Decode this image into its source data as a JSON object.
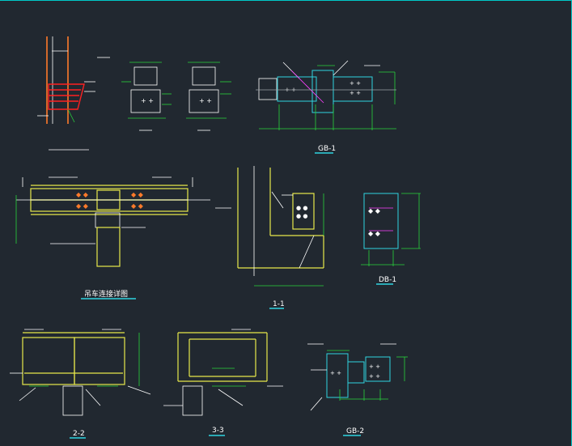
{
  "drawing": {
    "background": "#212830",
    "colors": {
      "yellow": "#e8e84a",
      "white": "#ffffff",
      "cyan": "#2fd4e0",
      "green": "#28d43c",
      "red": "#ff2020",
      "orange": "#ff7a2a",
      "magenta": "#ff40ff",
      "grey": "#9aa0a6",
      "label_underline": "#2fd4e0"
    },
    "labels": {
      "gb1_top": "GB-1",
      "crane_detail": "吊车连接详图",
      "section_11": "1-1",
      "db1": "DB-1",
      "section_22": "2-2",
      "section_33": "3-3",
      "gb2": "GB-2"
    }
  }
}
